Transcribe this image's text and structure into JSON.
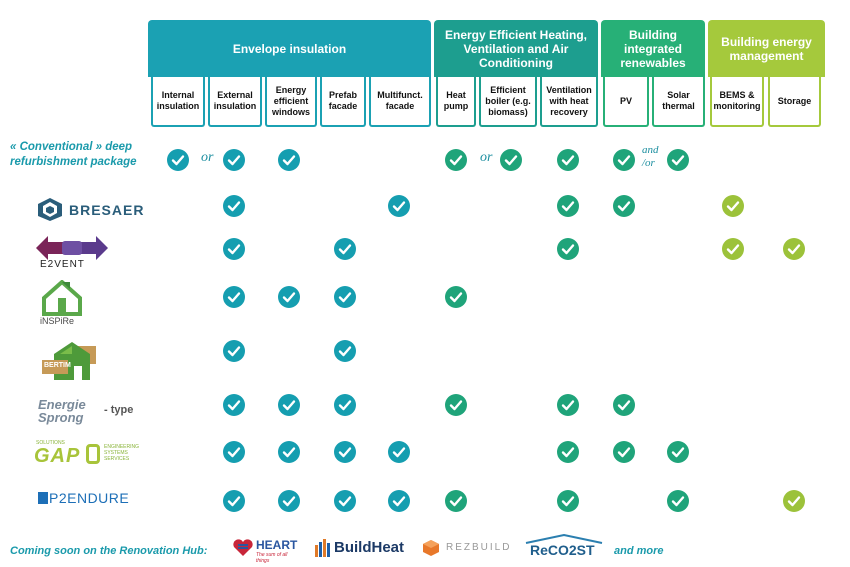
{
  "colors": {
    "teal": "#1ba1b3",
    "green": "#22a77e",
    "green_header": "#27b077",
    "lime": "#a5c93c",
    "check_teal": "#159eb0",
    "check_green": "#1fa47a",
    "check_lime": "#9cc23a"
  },
  "groups": [
    {
      "label": "Envelope insulation"
    },
    {
      "label": "Energy Efficient Heating, Ventilation and Air Conditioning"
    },
    {
      "label": "Building integrated renewables"
    },
    {
      "label": "Building energy management"
    }
  ],
  "columns": [
    {
      "label": "Internal insulation"
    },
    {
      "label": "External insulation"
    },
    {
      "label": "Energy efficient windows"
    },
    {
      "label": "Prefab facade"
    },
    {
      "label": "Multifunct. facade"
    },
    {
      "label": "Heat pump"
    },
    {
      "label": "Efficient boiler (e.g. biomass)"
    },
    {
      "label": "Ventilation with heat recovery"
    },
    {
      "label": "PV"
    },
    {
      "label": "Solar thermal"
    },
    {
      "label": "BEMS & monitoring"
    },
    {
      "label": "Storage"
    }
  ],
  "conventional_label": "« Conventional » deep refurbishment package",
  "conventional_connectors": {
    "or1": "or",
    "or2": "or",
    "andor": "and /or"
  },
  "rows": [
    {
      "name": "BRESAER",
      "checks": [
        1,
        4,
        7,
        8,
        10
      ]
    },
    {
      "name": "E2VENT",
      "checks": [
        1,
        3,
        7,
        10,
        11
      ]
    },
    {
      "name": "iNSPiRe",
      "checks": [
        1,
        2,
        3,
        5
      ]
    },
    {
      "name": "BERTIM",
      "checks": [
        1,
        3
      ]
    },
    {
      "name": "Energie Sprong",
      "suffix": "- type",
      "checks": [
        1,
        2,
        3,
        5,
        7,
        8
      ]
    },
    {
      "name": "GAP",
      "subtitle": "SOLUTIONS",
      "side": "ENGINEERING SYSTEMS SERVICES",
      "checks": [
        1,
        2,
        3,
        4,
        7,
        8,
        9
      ]
    },
    {
      "name": "P2ENDURE",
      "checks": [
        1,
        2,
        3,
        4,
        5,
        7,
        9,
        11
      ]
    }
  ],
  "conventional_checks": [
    0,
    1,
    2,
    5,
    6,
    7,
    8,
    9
  ],
  "footer": {
    "label": "Coming soon on the Renovation Hub:",
    "logos": [
      {
        "name": "HEART",
        "tagline": "The sum of all things"
      },
      {
        "name": "BuildHeat"
      },
      {
        "name": "REZBUILD"
      },
      {
        "name": "ReCO2ST"
      }
    ],
    "more": "and more"
  }
}
